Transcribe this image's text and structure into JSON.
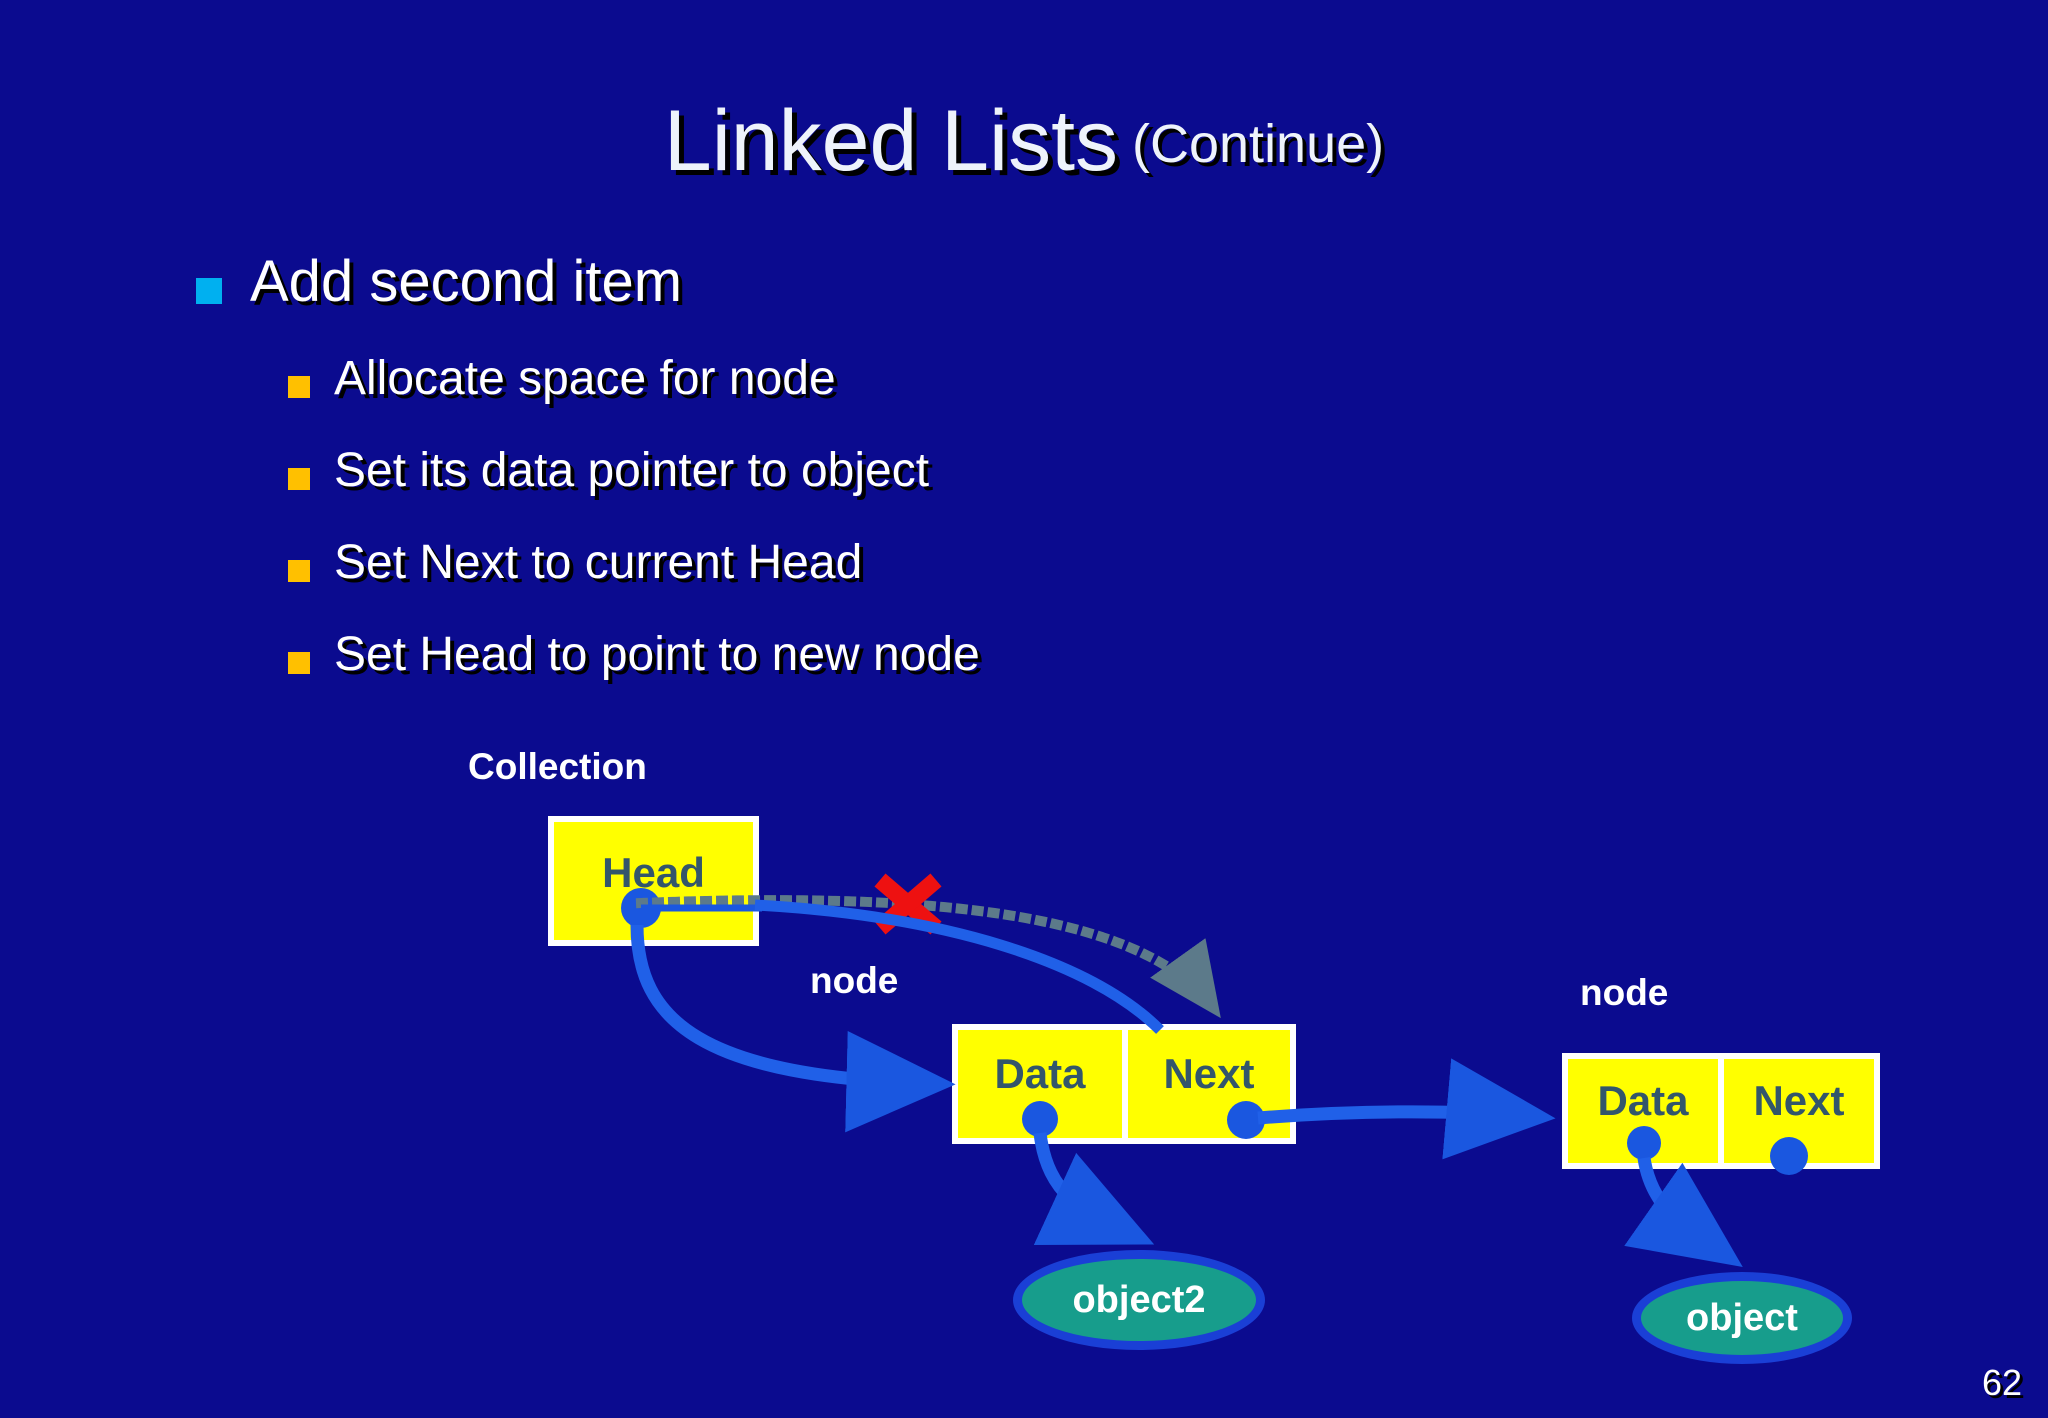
{
  "slide": {
    "title_main": "Linked Lists",
    "title_sub": "(Continue)",
    "page_number": "62",
    "background_color": "#0b0b8f"
  },
  "bullets": {
    "level1": [
      {
        "text": "Add second item",
        "bullet_color": "#00b0f0"
      }
    ],
    "level2": [
      {
        "text": "Allocate space for node",
        "bullet_color": "#ffc000"
      },
      {
        "text": "Set its data pointer to object",
        "bullet_color": "#ffc000"
      },
      {
        "text": "Set Next to current Head",
        "bullet_color": "#ffc000"
      },
      {
        "text": "Set Head to point to new node",
        "bullet_color": "#ffc000"
      }
    ]
  },
  "diagram": {
    "labels": {
      "collection": "Collection",
      "node_left": "node",
      "node_right": "node"
    },
    "head_box": {
      "label": "Head",
      "fill": "#ffff00",
      "text_color": "#33566b"
    },
    "node_new": {
      "cells": [
        {
          "label": "Data"
        },
        {
          "label": "Next"
        }
      ]
    },
    "node_old": {
      "cells": [
        {
          "label": "Data"
        },
        {
          "label": "Next"
        }
      ]
    },
    "objects": [
      {
        "label": "object2",
        "fill": "#179d8c",
        "stroke": "#1a3fd6"
      },
      {
        "label": "object",
        "fill": "#179d8c",
        "stroke": "#1a3fd6"
      }
    ],
    "colors": {
      "arrow_blue": "#1a57e0",
      "stale_link_gray": "#5c7a8a",
      "invalid_marker_red": "#ee1111",
      "box_fill": "#ffff00",
      "box_border": "#ffffff"
    },
    "annotations": [
      {
        "name": "stale-head-link",
        "style": "dotted",
        "marked_invalid": true
      }
    ]
  }
}
